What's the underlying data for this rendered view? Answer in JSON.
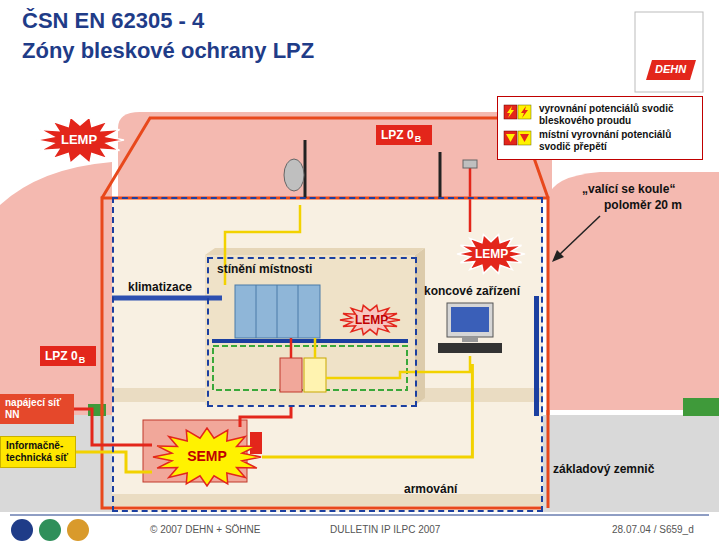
{
  "diagram": {
    "title": "ČSN EN 62305 - 4",
    "nodes": [
      {
        "text": [
          "armování"
        ]
      },
      {
        "text": [
          "stínění místnosti"
        ],
        "in": 0
      },
      {
        "text": [
          "SEMP"
        ],
        "in": 0
      },
      {
        "text": [
          "koncové zařízení"
        ],
        "in": 0
      },
      {
        "text": [
          "napájecí síť NN"
        ]
      },
      {
        "text": [
          "Informačně-technická síť"
        ]
      }
    ],
    "edges": [
      {
        "from": 4,
        "to": 2,
        "arrow": "none"
      },
      {
        "from": 5,
        "to": 2,
        "arrow": "none"
      },
      {
        "from": 2,
        "to": 1,
        "arrow": "none"
      },
      {
        "from": 2,
        "to": 3,
        "arrow": "none"
      }
    ],
    "labels": [
      "Zóny bleskové ochrany LPZ",
      "DEHN",
      "LEMP",
      "LPZ 0",
      "B",
      "„valící se koule“",
      "poloměr 20 m",
      "LEMP",
      "klimatizace",
      "LEMP",
      "LPZ 0",
      "B",
      "základový zemnič",
      "© 2007 DEHN + SÖHNE",
      "DULLETIN IP ILPC 2007",
      "28.07.04 / S659_d"
    ],
    "legend": [
      {
        "text": "vyrovnání potenciálů svodič bleskového proudu"
      },
      {
        "text": "místní vyrovnání potenciálů svodič přepětí"
      }
    ]
  }
}
